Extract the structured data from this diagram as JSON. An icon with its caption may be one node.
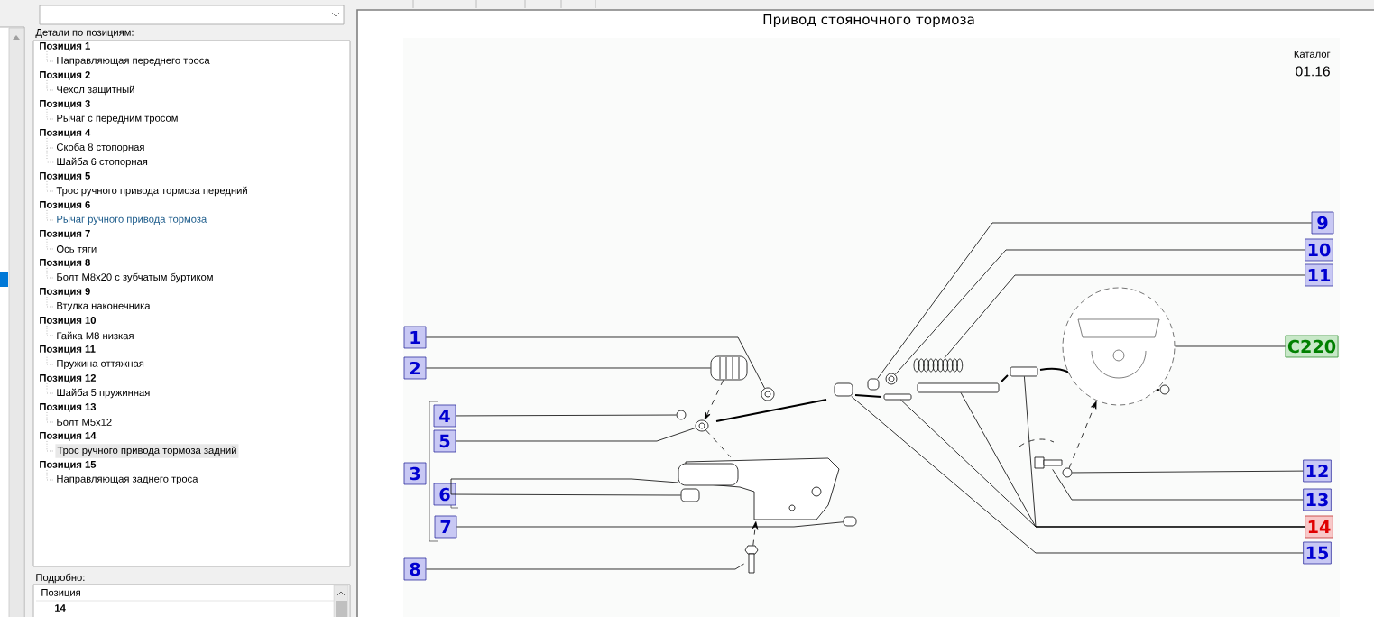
{
  "diagram": {
    "title": "Привод стояночного тормоза",
    "nodes": [
      {
        "text": [
          "1"
        ]
      },
      {
        "text": [
          "2"
        ]
      },
      {
        "text": [
          "3"
        ]
      },
      {
        "text": [
          "4"
        ]
      },
      {
        "text": [
          "5"
        ]
      },
      {
        "text": [
          "6"
        ]
      },
      {
        "text": [
          "7"
        ]
      },
      {
        "text": [
          "8"
        ]
      },
      {
        "text": [
          "9"
        ]
      },
      {
        "text": [
          "10"
        ]
      },
      {
        "text": [
          "11"
        ]
      },
      {
        "text": [
          "C220"
        ]
      },
      {
        "text": [
          "12"
        ]
      },
      {
        "text": [
          "13"
        ]
      },
      {
        "text": [
          "14"
        ]
      },
      {
        "text": [
          "15"
        ]
      },
      {
        "text": [],
        "shape": "picture"
      },
      {
        "text": [],
        "shape": "picture"
      },
      {
        "text": [],
        "shape": "circle"
      },
      {
        "text": [],
        "shape": "picture"
      },
      {
        "text": [],
        "shape": "picture"
      },
      {
        "text": [],
        "shape": "box"
      },
      {
        "text": [],
        "shape": "box"
      },
      {
        "text": [],
        "shape": "picture"
      },
      {
        "text": [],
        "shape": "box"
      },
      {
        "text": [],
        "shape": "picture"
      },
      {
        "text": [],
        "shape": "picture"
      },
      {
        "text": [],
        "shape": "picture"
      },
      {
        "text": [],
        "shape": "circle"
      },
      {
        "text": [],
        "shape": "picture"
      },
      {
        "text": [],
        "shape": "bar"
      },
      {
        "text": [],
        "shape": "bar"
      },
      {
        "text": [],
        "shape": "bar"
      },
      {
        "text": [],
        "shape": "box"
      },
      {
        "text": [],
        "shape": "picture"
      }
    ],
    "edges": [
      {
        "from": 0,
        "to": 16,
        "arrow": "none"
      },
      {
        "from": 1,
        "to": 17,
        "arrow": "none"
      },
      {
        "from": 17,
        "to": 19,
        "arrow": "to",
        "style": "dashed"
      },
      {
        "from": 3,
        "to": 18,
        "arrow": "none"
      },
      {
        "from": 4,
        "to": 19,
        "arrow": "none"
      },
      {
        "from": 5,
        "to": 20,
        "arrow": "none"
      },
      {
        "from": 5,
        "to": 21,
        "arrow": "none"
      },
      {
        "from": 6,
        "to": 22,
        "arrow": "none"
      },
      {
        "from": 7,
        "to": 23,
        "arrow": "none"
      },
      {
        "from": 23,
        "to": 20,
        "arrow": "to",
        "style": "dashed"
      },
      {
        "from": 19,
        "to": 20,
        "arrow": "none",
        "style": "dashed"
      },
      {
        "from": 8,
        "to": 24,
        "arrow": "none"
      },
      {
        "from": 9,
        "to": 25,
        "arrow": "none"
      },
      {
        "from": 10,
        "to": 26,
        "arrow": "none"
      },
      {
        "from": 11,
        "to": 27,
        "arrow": "none"
      },
      {
        "from": 12,
        "to": 28,
        "arrow": "none"
      },
      {
        "from": 13,
        "to": 29,
        "arrow": "none"
      },
      {
        "from": 14,
        "to": 30,
        "arrow": "none"
      },
      {
        "from": 14,
        "to": 31,
        "arrow": "none"
      },
      {
        "from": 14,
        "to": 32,
        "arrow": "none"
      },
      {
        "from": 15,
        "to": 33,
        "arrow": "none"
      },
      {
        "from": 28,
        "to": 27,
        "arrow": "to",
        "style": "dashed"
      }
    ],
    "labels": [
      "Детали по позициям:",
      "Позиция 1",
      "Направляющая переднего троса",
      "Позиция 2",
      "Чехол защитный",
      "Позиция 3",
      "Рычаг с передним тросом",
      "Позиция 4",
      "Скоба 8 стопорная",
      "Шайба 6 стопорная",
      "Позиция 5",
      "Трос ручного привода тормоза передний",
      "Позиция 6",
      "Рычаг ручного привода тормоза",
      "Позиция 7",
      "Ось тяги",
      "Позиция 8",
      "Болт М8х20 с зубчатым буртиком",
      "Позиция 9",
      "Втулка наконечника",
      "Позиция 10",
      "Гайка М8 низкая",
      "Позиция 11",
      "Пружина оттяжная",
      "Позиция 12",
      "Шайба 5 пружинная",
      "Позиция 13",
      "Болт М5х12",
      "Позиция 14",
      "Трос ручного привода тормоза задний",
      "Позиция 15",
      "Направляющая заднего троса",
      "Подробно:",
      "Позиция",
      "14",
      "Каталог",
      "01.16"
    ]
  }
}
